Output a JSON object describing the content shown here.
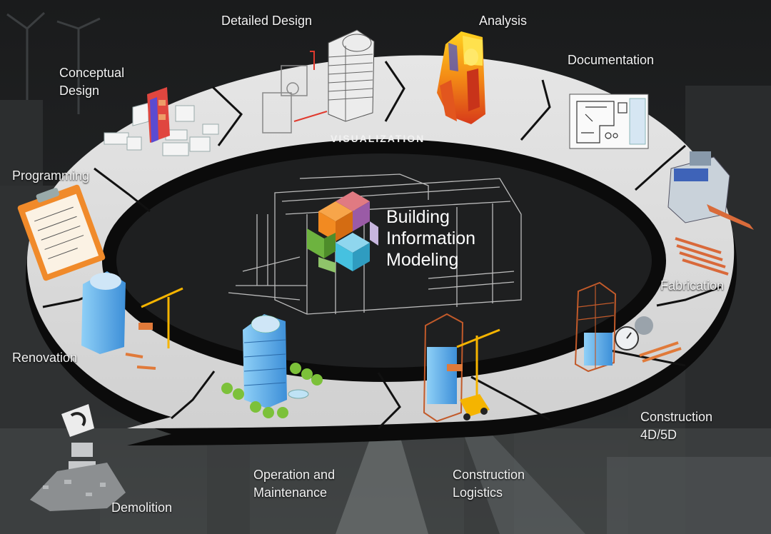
{
  "colors": {
    "background": "#141516",
    "ring": "#dcdcdc",
    "ring_edge": "#0b0b0b",
    "label_text": "#f2f2f2",
    "cube_orange": "#f28a21",
    "cube_red": "#d8413a",
    "cube_purple": "#9a5ba6",
    "cube_green": "#6db33f",
    "cube_cyan": "#46c1e0",
    "building_blue": "#5aa7e6",
    "crane_yellow": "#f5b400"
  },
  "center": {
    "icon": "bim-cube-logo-icon",
    "title_lines": [
      "Building",
      "Information",
      "Modeling"
    ]
  },
  "ring_label": "VISUALIZATION",
  "stages": {
    "detailed_design": [
      "Detailed Design"
    ],
    "analysis": [
      "Analysis"
    ],
    "conceptual_design": [
      "Conceptual",
      "Design"
    ],
    "documentation": [
      "Documentation"
    ],
    "programming": [
      "Programming"
    ],
    "fabrication": [
      "Fabrication"
    ],
    "renovation": [
      "Renovation"
    ],
    "construction_4d5d": [
      "Construction",
      "4D/5D"
    ],
    "operation_maintenance": [
      "Operation and",
      "Maintenance"
    ],
    "construction_logistics": [
      "Construction",
      "Logistics"
    ],
    "demolition": [
      "Demolition"
    ]
  },
  "icons": {
    "conceptual": "massing-model-icon",
    "detailed": "detailed-tower-icon",
    "analysis": "analysis-heatmap-icon",
    "documentation": "floor-plan-drawing-icon",
    "fabrication": "fabrication-machine-icon",
    "construction": "construction-cost-icon",
    "logistics": "construction-crane-icon",
    "operation": "operated-building-icon",
    "renovation": "renovation-crane-icon",
    "programming": "clipboard-icon",
    "demolition": "demolition-rubble-icon"
  }
}
